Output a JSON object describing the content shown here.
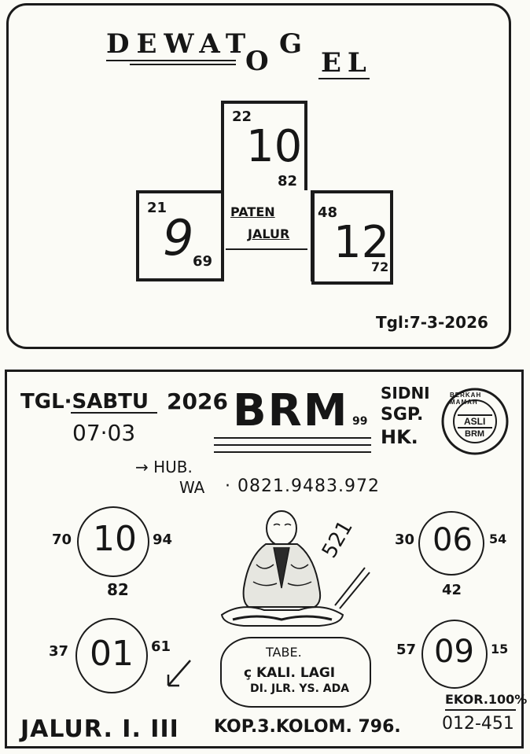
{
  "top": {
    "title_left": "DEWAT",
    "title_o": "O",
    "title_g": "G",
    "title_el": "EL",
    "box_top": {
      "small_left": "22",
      "big": "10",
      "small_right": "82"
    },
    "box_left": {
      "small_left": "21",
      "big": "9",
      "small_right": "69"
    },
    "box_center": {
      "line1": "PATEN",
      "line2": "JALUR"
    },
    "box_right": {
      "small_left": "48",
      "big": "12",
      "small_right": "72"
    },
    "date": "Tgl:7-3-2026"
  },
  "bottom": {
    "tgl": "TGL·SABTU",
    "year": "2026",
    "brm": "BRM",
    "brm_suffix": "99",
    "date": "07·03",
    "markets": [
      "SIDNI",
      "SGP.",
      "HK."
    ],
    "stamp": {
      "ring_text": "BERKAH MAMAH",
      "inner": "ASLI",
      "bottom": "BRM"
    },
    "hub": "→ HUB.",
    "wa_label": "WA",
    "wa_number": "· 0821.9483.972",
    "circles": {
      "tl": {
        "left": "70",
        "center": "10",
        "right": "94",
        "below": "82"
      },
      "tr": {
        "left": "30",
        "center": "06",
        "right": "54",
        "below": "42"
      },
      "bl": {
        "left": "37",
        "center": "01",
        "right": "61"
      },
      "br": {
        "left": "57",
        "center": "09",
        "right": "15"
      }
    },
    "figure_note": "521",
    "bubble": {
      "line1": "TABE.",
      "line2": "ç KALI. LAGI",
      "line3": "DI. JLR. YS. ADA"
    },
    "jalur": "JALUR. I. III",
    "kop": "KOP.3.KOLOM. 796.",
    "ekor_label": "EKOR.100%",
    "ekor_value": "012-451"
  }
}
